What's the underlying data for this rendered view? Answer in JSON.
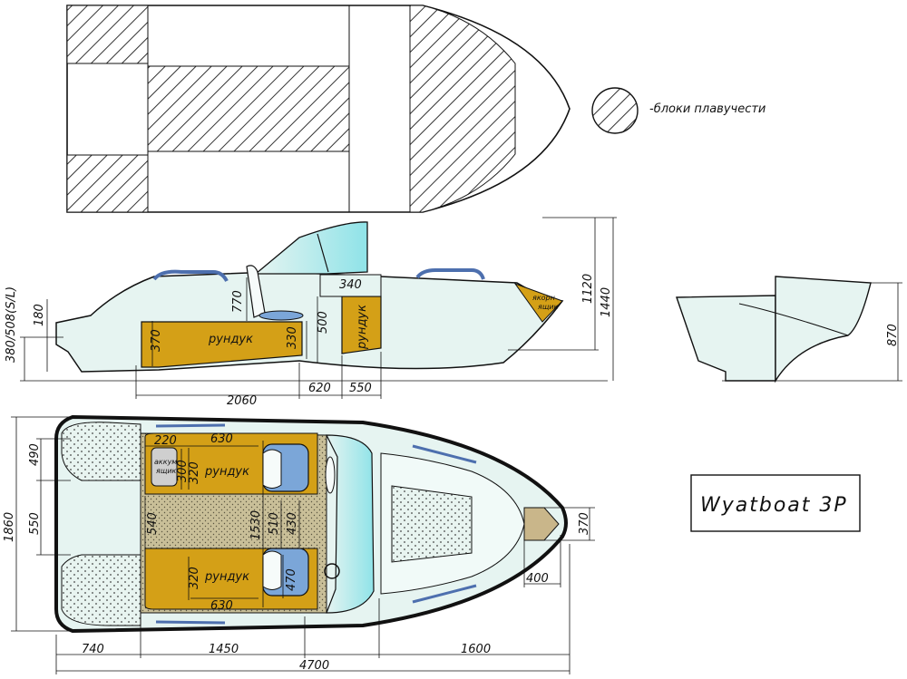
{
  "legend": {
    "label": "-блоки плавучести",
    "hatch_color": "#333333"
  },
  "title": "Wyatboat 3P",
  "colors": {
    "hull_fill": "#e6f4f1",
    "locker_fill": "#d4a017",
    "deck_dots": "#c9bf98",
    "seat_fill": "#7ba6d8",
    "glass": "#bfeeee",
    "rail": "#4d6fae",
    "line": "#111111"
  },
  "side_view": {
    "locker_left_label": "рундук",
    "locker_right_label": "рундук",
    "anchor_label_1": "якорн",
    "anchor_label_2": "ящик",
    "dims": {
      "d380": "380/508(S/L)",
      "d180": "180",
      "d370": "370",
      "d770": "770",
      "d330": "330",
      "d500": "500",
      "d340": "340",
      "d1120": "1120",
      "d1440": "1440",
      "d2060": "2060",
      "d620": "620",
      "d550": "550"
    }
  },
  "profile_view": {
    "dims": {
      "d870": "870"
    }
  },
  "plan_view": {
    "locker_top_label": "рундук",
    "locker_bottom_label": "рундук",
    "battery_label_1": "аккум",
    "battery_label_2": "ящик",
    "dims": {
      "d220": "220",
      "d630_top": "630",
      "d300": "300",
      "d320_top": "320",
      "d540": "540",
      "d1530": "1530",
      "d510": "510",
      "d430": "430",
      "d320_bottom": "320",
      "d470": "470",
      "d630_bottom": "630",
      "d490": "490",
      "d550": "550",
      "d1860": "1860",
      "d370": "370",
      "d400": "400",
      "d740": "740",
      "d1450": "1450",
      "d1600": "1600",
      "d4700": "4700"
    }
  }
}
